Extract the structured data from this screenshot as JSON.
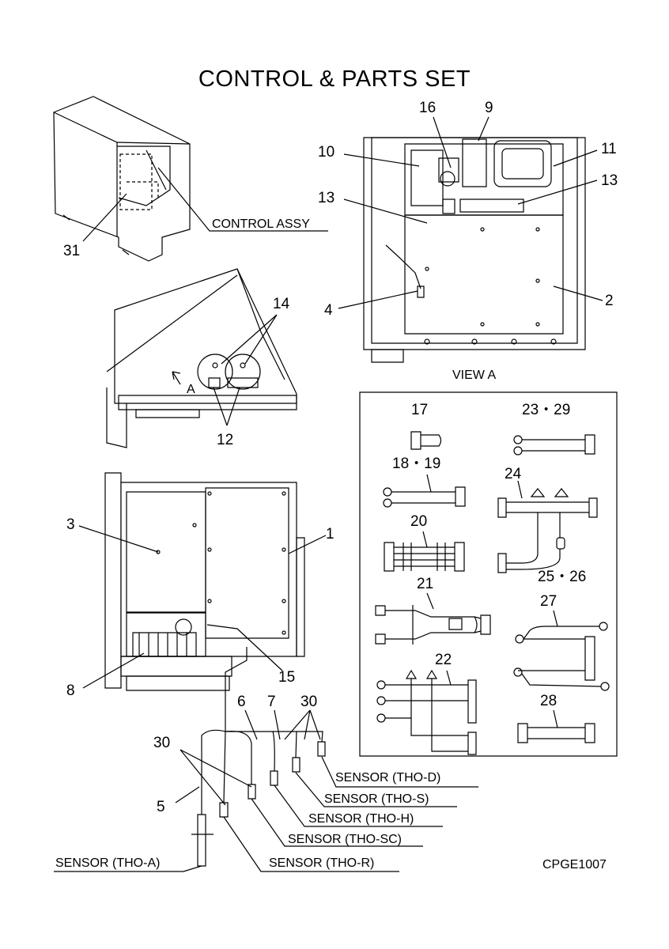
{
  "title": "CONTROL & PARTS SET",
  "code": "CPGE1007",
  "view_caption": "VIEW A",
  "view_marker": "A",
  "labels": {
    "control_assy": "CONTROL ASSY",
    "n31": "31",
    "n16": "16",
    "n9": "9",
    "n10": "10",
    "n11": "11",
    "n13a": "13",
    "n13b": "13",
    "n4": "4",
    "n2": "2",
    "n14": "14",
    "n12": "12",
    "n3": "3",
    "n1": "1",
    "n8": "8",
    "n15": "15",
    "n6": "6",
    "n7": "7",
    "n30a": "30",
    "n30b": "30",
    "n5": "5",
    "n17": "17",
    "n23_29": "23・29",
    "n18_19": "18・19",
    "n24": "24",
    "n20": "20",
    "n25_26": "25・26",
    "n21": "21",
    "n27": "27",
    "n22": "22",
    "n28": "28"
  },
  "sensors": {
    "d": "SENSOR (THO-D)",
    "s": "SENSOR (THO-S)",
    "h": "SENSOR (THO-H)",
    "sc": "SENSOR (THO-SC)",
    "r": "SENSOR (THO-R)",
    "a": "SENSOR (THO-A)"
  }
}
